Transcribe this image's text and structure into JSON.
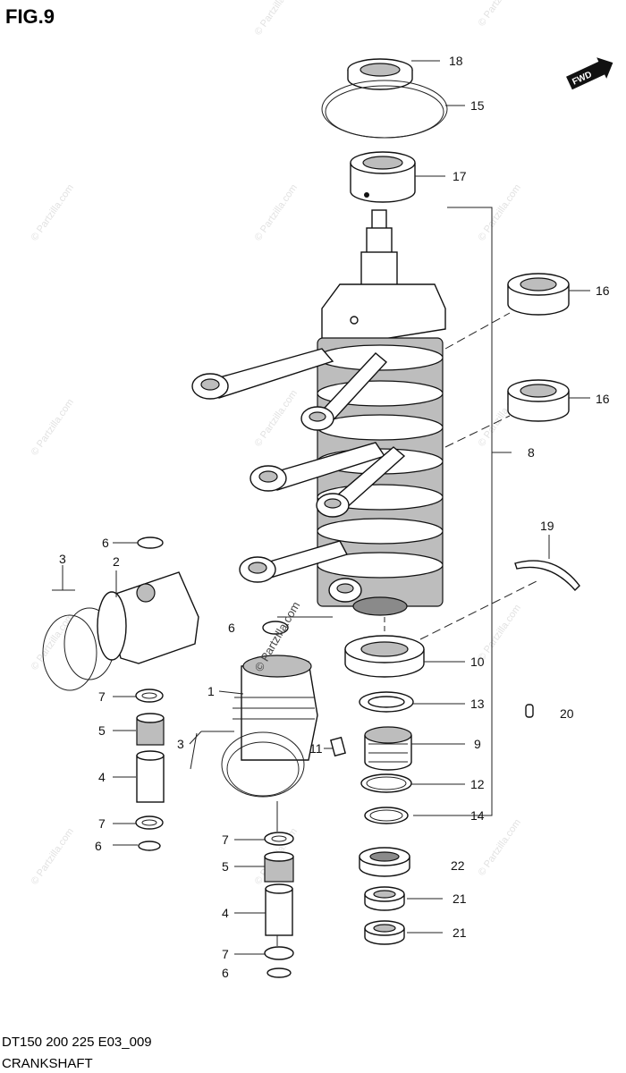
{
  "figure": {
    "title": "FIG.9",
    "code": "DT150 200 225 E03_009",
    "name": "CRANKSHAFT"
  },
  "fwd_label": "FWD",
  "watermark": "© Partzilla.com",
  "callouts": [
    {
      "id": "c18",
      "text": "18"
    },
    {
      "id": "c15",
      "text": "15"
    },
    {
      "id": "c17",
      "text": "17"
    },
    {
      "id": "c16a",
      "text": "16"
    },
    {
      "id": "c16b",
      "text": "16"
    },
    {
      "id": "c8",
      "text": "8"
    },
    {
      "id": "c19",
      "text": "19"
    },
    {
      "id": "c10",
      "text": "10"
    },
    {
      "id": "c13",
      "text": "13"
    },
    {
      "id": "c9",
      "text": "9"
    },
    {
      "id": "c12",
      "text": "12"
    },
    {
      "id": "c14",
      "text": "14"
    },
    {
      "id": "c20",
      "text": "20"
    },
    {
      "id": "c22",
      "text": "22"
    },
    {
      "id": "c21a",
      "text": "21"
    },
    {
      "id": "c21b",
      "text": "21"
    },
    {
      "id": "c6a",
      "text": "6"
    },
    {
      "id": "c3a",
      "text": "3"
    },
    {
      "id": "c2",
      "text": "2"
    },
    {
      "id": "c7a",
      "text": "7"
    },
    {
      "id": "c5a",
      "text": "5"
    },
    {
      "id": "c4a",
      "text": "4"
    },
    {
      "id": "c7b",
      "text": "7"
    },
    {
      "id": "c6b",
      "text": "6"
    },
    {
      "id": "c6c",
      "text": "6"
    },
    {
      "id": "c1",
      "text": "1"
    },
    {
      "id": "c3b",
      "text": "3"
    },
    {
      "id": "c11",
      "text": "11"
    },
    {
      "id": "c7c",
      "text": "7"
    },
    {
      "id": "c5b",
      "text": "5"
    },
    {
      "id": "c4b",
      "text": "4"
    },
    {
      "id": "c7d",
      "text": "7"
    },
    {
      "id": "c6d",
      "text": "6"
    }
  ]
}
